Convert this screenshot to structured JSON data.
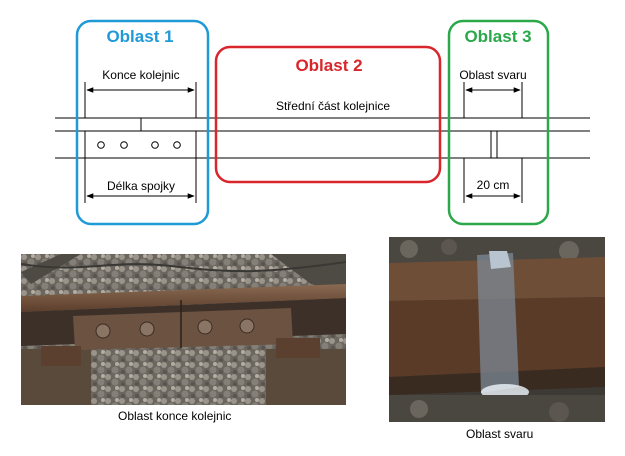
{
  "regions": [
    {
      "title": "Oblast 1",
      "color": "#1f9ad6"
    },
    {
      "title": "Oblast 2",
      "color": "#d9262c"
    },
    {
      "title": "Oblast 3",
      "color": "#2aa84a"
    }
  ],
  "labels": {
    "rail_ends": "Konce kolejnic",
    "joint_length": "Délka spojky",
    "middle_part": "Střední část kolejnice",
    "weld_area": "Oblast svaru",
    "weld_width": "20 cm"
  },
  "photos": {
    "left_caption": "Oblast konce kolejnic",
    "right_caption": "Oblast svaru"
  }
}
